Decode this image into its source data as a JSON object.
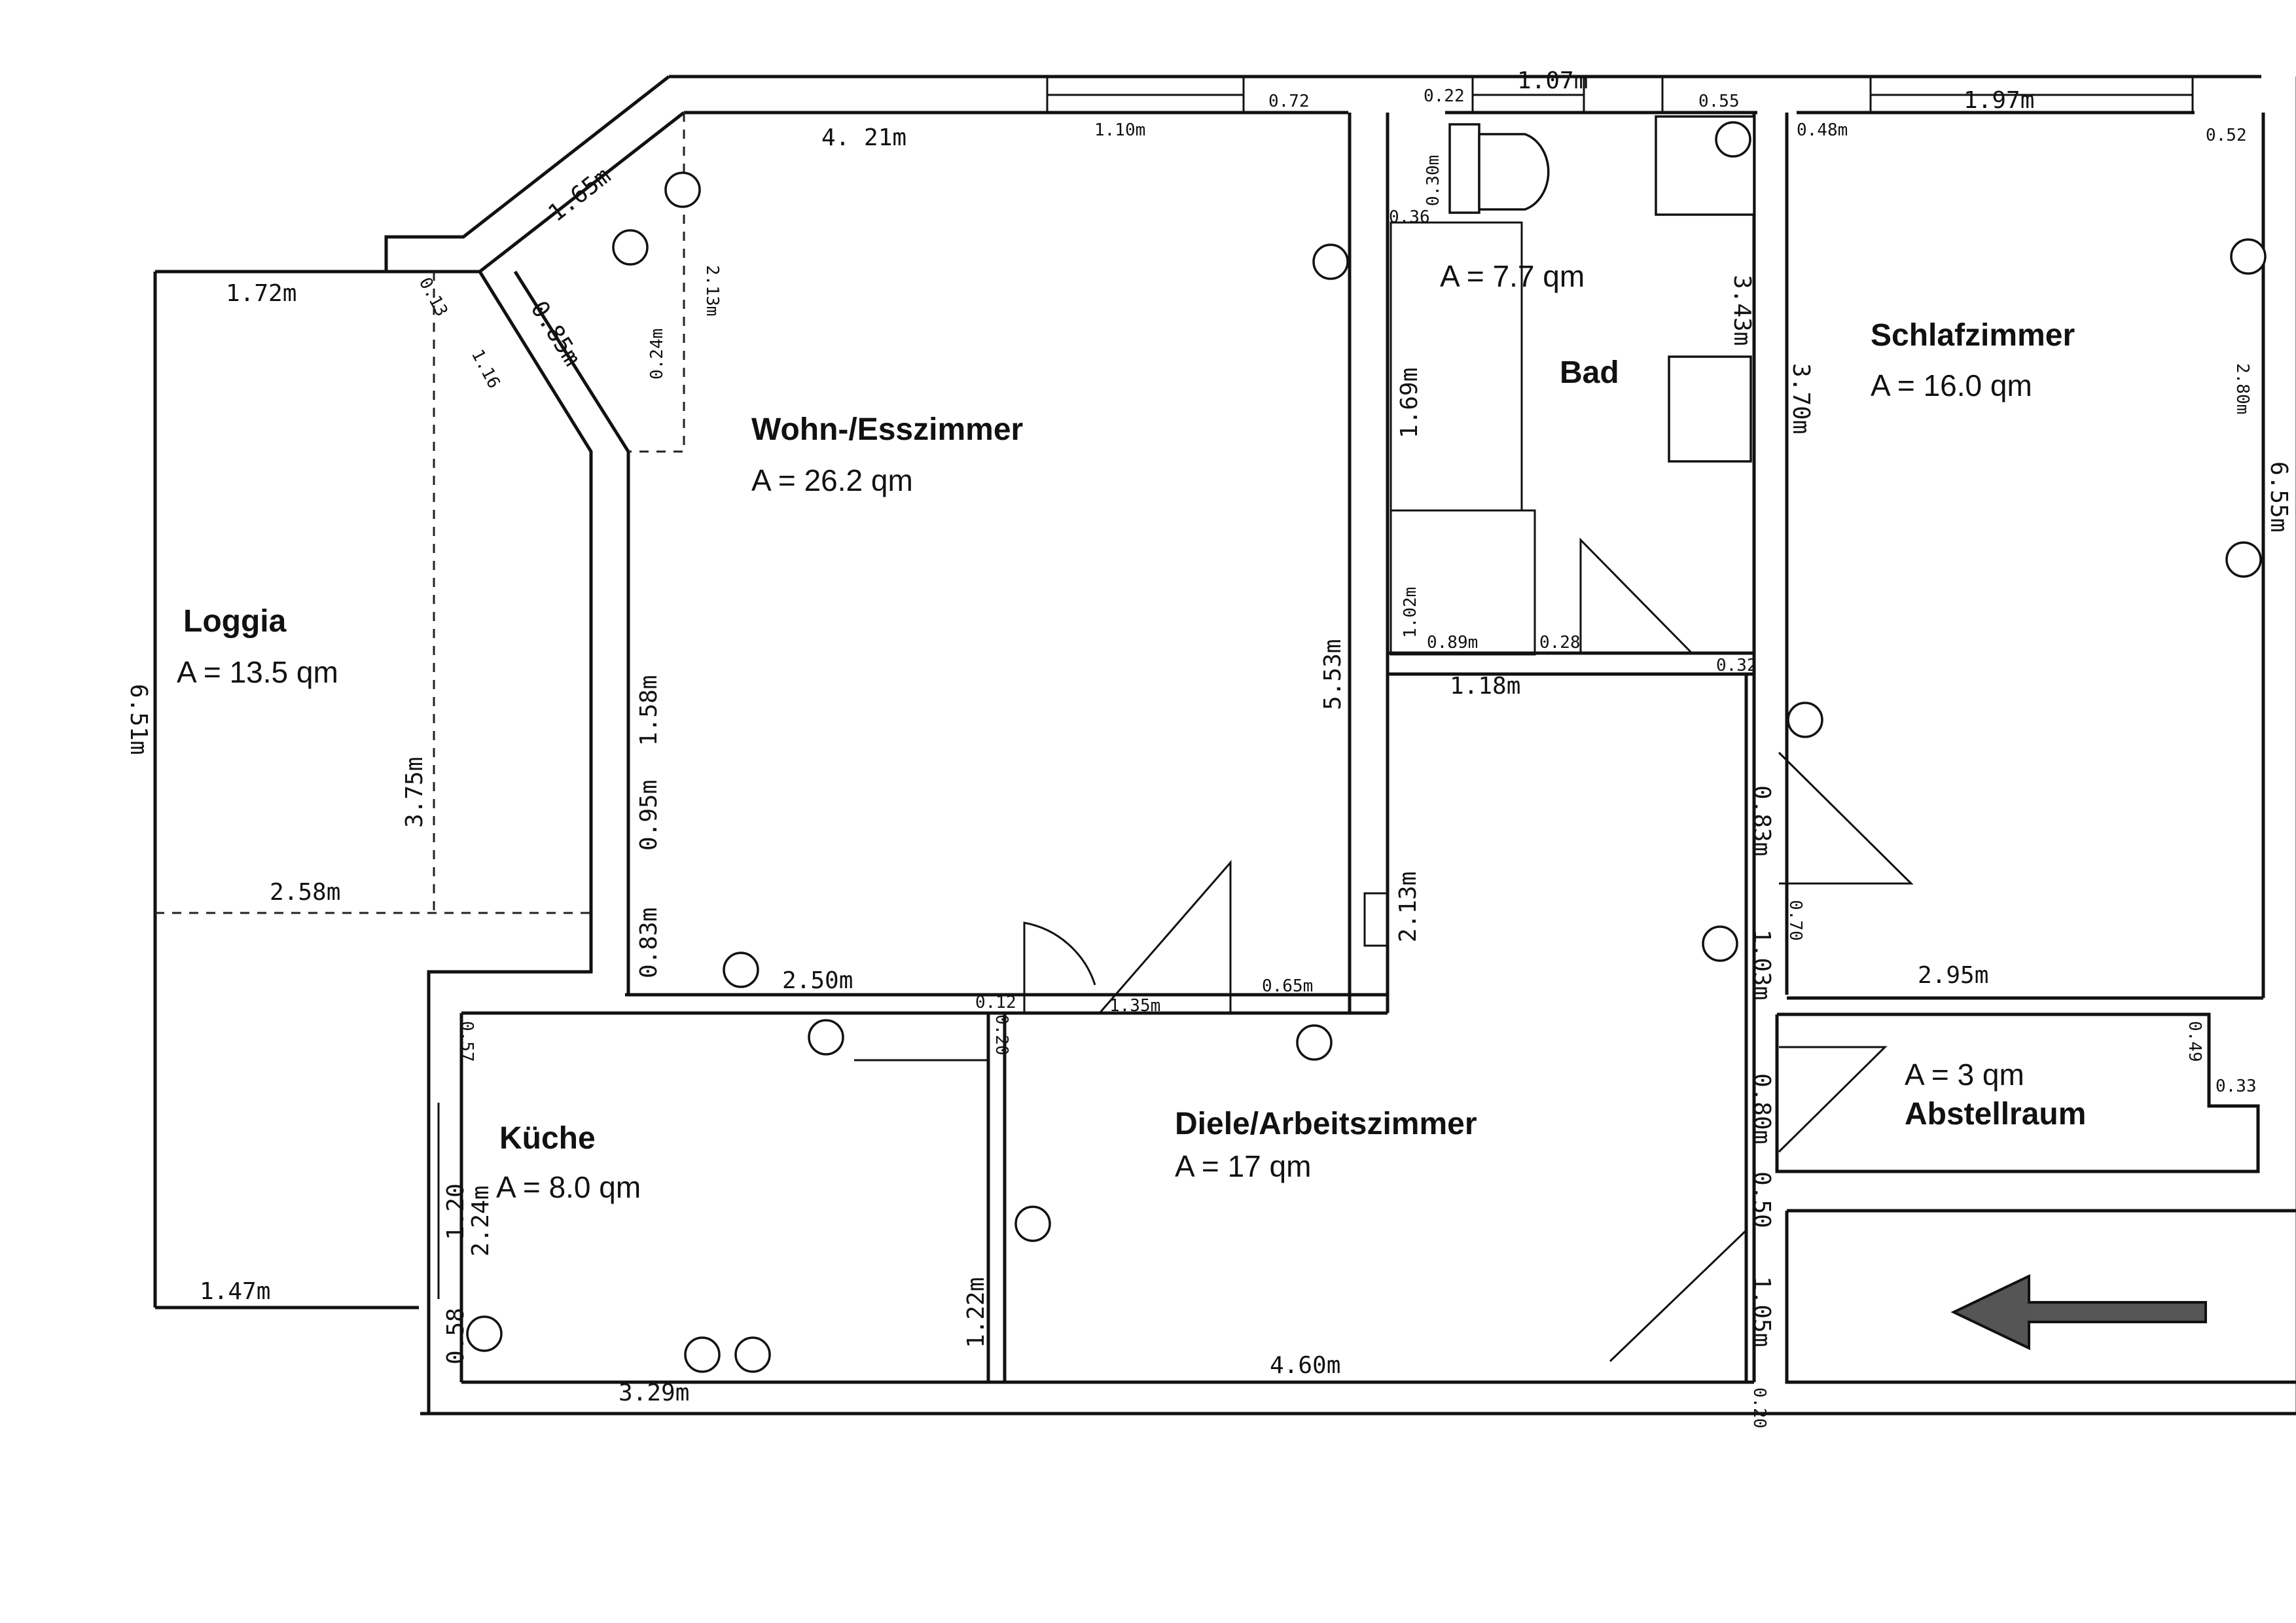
{
  "rooms": {
    "wohn": {
      "name": "Wohn-/Esszimmer",
      "area": "A = 26.2 qm"
    },
    "bad": {
      "name": "Bad",
      "area": "A = 7.7 qm"
    },
    "schlaf": {
      "name": "Schlafzimmer",
      "area": "A = 16.0 qm"
    },
    "loggia": {
      "name": "Loggia",
      "area": "A = 13.5 qm"
    },
    "kueche": {
      "name": "Küche",
      "area": "A = 8.0 qm"
    },
    "diele": {
      "name": "Diele/Arbeitszimmer",
      "area": "A = 17 qm"
    },
    "abstell": {
      "name": "Abstellraum",
      "area": "A = 3 qm"
    }
  },
  "dims": {
    "d421": "4. 21m",
    "d110": "1.10m",
    "d072": "0.72",
    "d022": "0.22",
    "d107": "1.07m",
    "d055": "0.55",
    "d197": "1.97m",
    "d048": "0.48m",
    "d052": "0.52",
    "d172": "1.72m",
    "d165": "1.65m",
    "d013": "0.13",
    "d116": "1.16",
    "d085": "0.85m",
    "d213a": "2.13m",
    "d024": "0.24m",
    "d030": "0.30m",
    "d036": "0.36",
    "d343": "3.43m",
    "d169": "1.69m",
    "d370": "3.70m",
    "d280": "2.80m",
    "d655": "6.55m",
    "d651": "6.51m",
    "d375": "3.75m",
    "d158": "1.58m",
    "d553": "5.53m",
    "d102": "1.02m",
    "d089": "0.89m",
    "d028": "0.28",
    "d032": "0.32",
    "d118": "1.18m",
    "d258": "2.58m",
    "d095": "0.95m",
    "d083": "0.83m",
    "d250": "2.50m",
    "d012": "0.12",
    "d020": "0.20",
    "d135": "1.35m",
    "d065": "0.65m",
    "d213b": "2.13m",
    "d083b": "0.83m",
    "d070": "0.70",
    "d103": "1.03m",
    "d295": "2.95m",
    "d057": "0.57",
    "d049": "0.49",
    "d033": "0.33",
    "d080": "0.80m",
    "d050": "0.50",
    "d120": "1.20",
    "d224": "2.24m",
    "d122": "1.22m",
    "d105": "1.05m",
    "d058": "0.58",
    "d147": "1.47m",
    "d329": "3.29m",
    "d460": "4.60m",
    "d020b": "0.20"
  }
}
